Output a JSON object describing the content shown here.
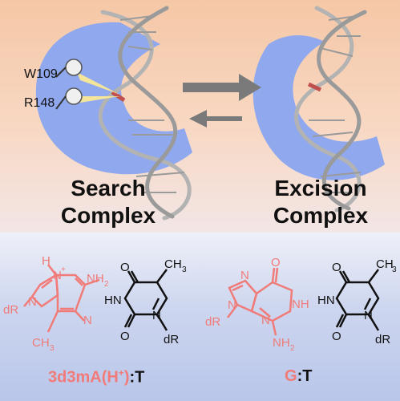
{
  "panels": {
    "search": {
      "line1": "Search",
      "line2": "Complex"
    },
    "excision": {
      "line1": "Excision",
      "line2": "Complex"
    }
  },
  "residues": {
    "r1": "W109",
    "r2": "R148"
  },
  "structures": {
    "left_pair": {
      "base_label_part1": "3d3mA(H",
      "base_label_sup": "+",
      "base_label_part2": ")",
      "separator": ":",
      "partner": "T",
      "atoms": {
        "h": "H",
        "n_plus": "N",
        "plus": "+",
        "nh2": "NH",
        "nh2_sub": "2",
        "n_ring": "N",
        "n_ring2": "N",
        "dr": "dR",
        "ch3": "CH",
        "ch3_sub": "3"
      },
      "thymine": {
        "o_top": "O",
        "ch3": "CH",
        "ch3_sub": "3",
        "hn": "HN",
        "n": "N",
        "o_bottom": "O",
        "dr": "dR"
      }
    },
    "right_pair": {
      "base_label": "G",
      "separator": ":",
      "partner": "T",
      "atoms": {
        "n_top": "N",
        "o": "O",
        "n_left": "N",
        "nh": "NH",
        "n_bottom": "N",
        "nh2": "NH",
        "nh2_sub": "2",
        "dr": "dR"
      },
      "thymine": {
        "o_top": "O",
        "ch3": "CH",
        "ch3_sub": "3",
        "hn": "HN",
        "n": "N",
        "o_bottom": "O",
        "dr": "dR"
      }
    }
  },
  "colors": {
    "protein": "#8fa8ee",
    "dna": "#b3b3b3",
    "lesion": "#c0504d",
    "arrow": "#7a7a7a",
    "chem_pink": "#f07b78",
    "chem_dark": "#111111"
  }
}
